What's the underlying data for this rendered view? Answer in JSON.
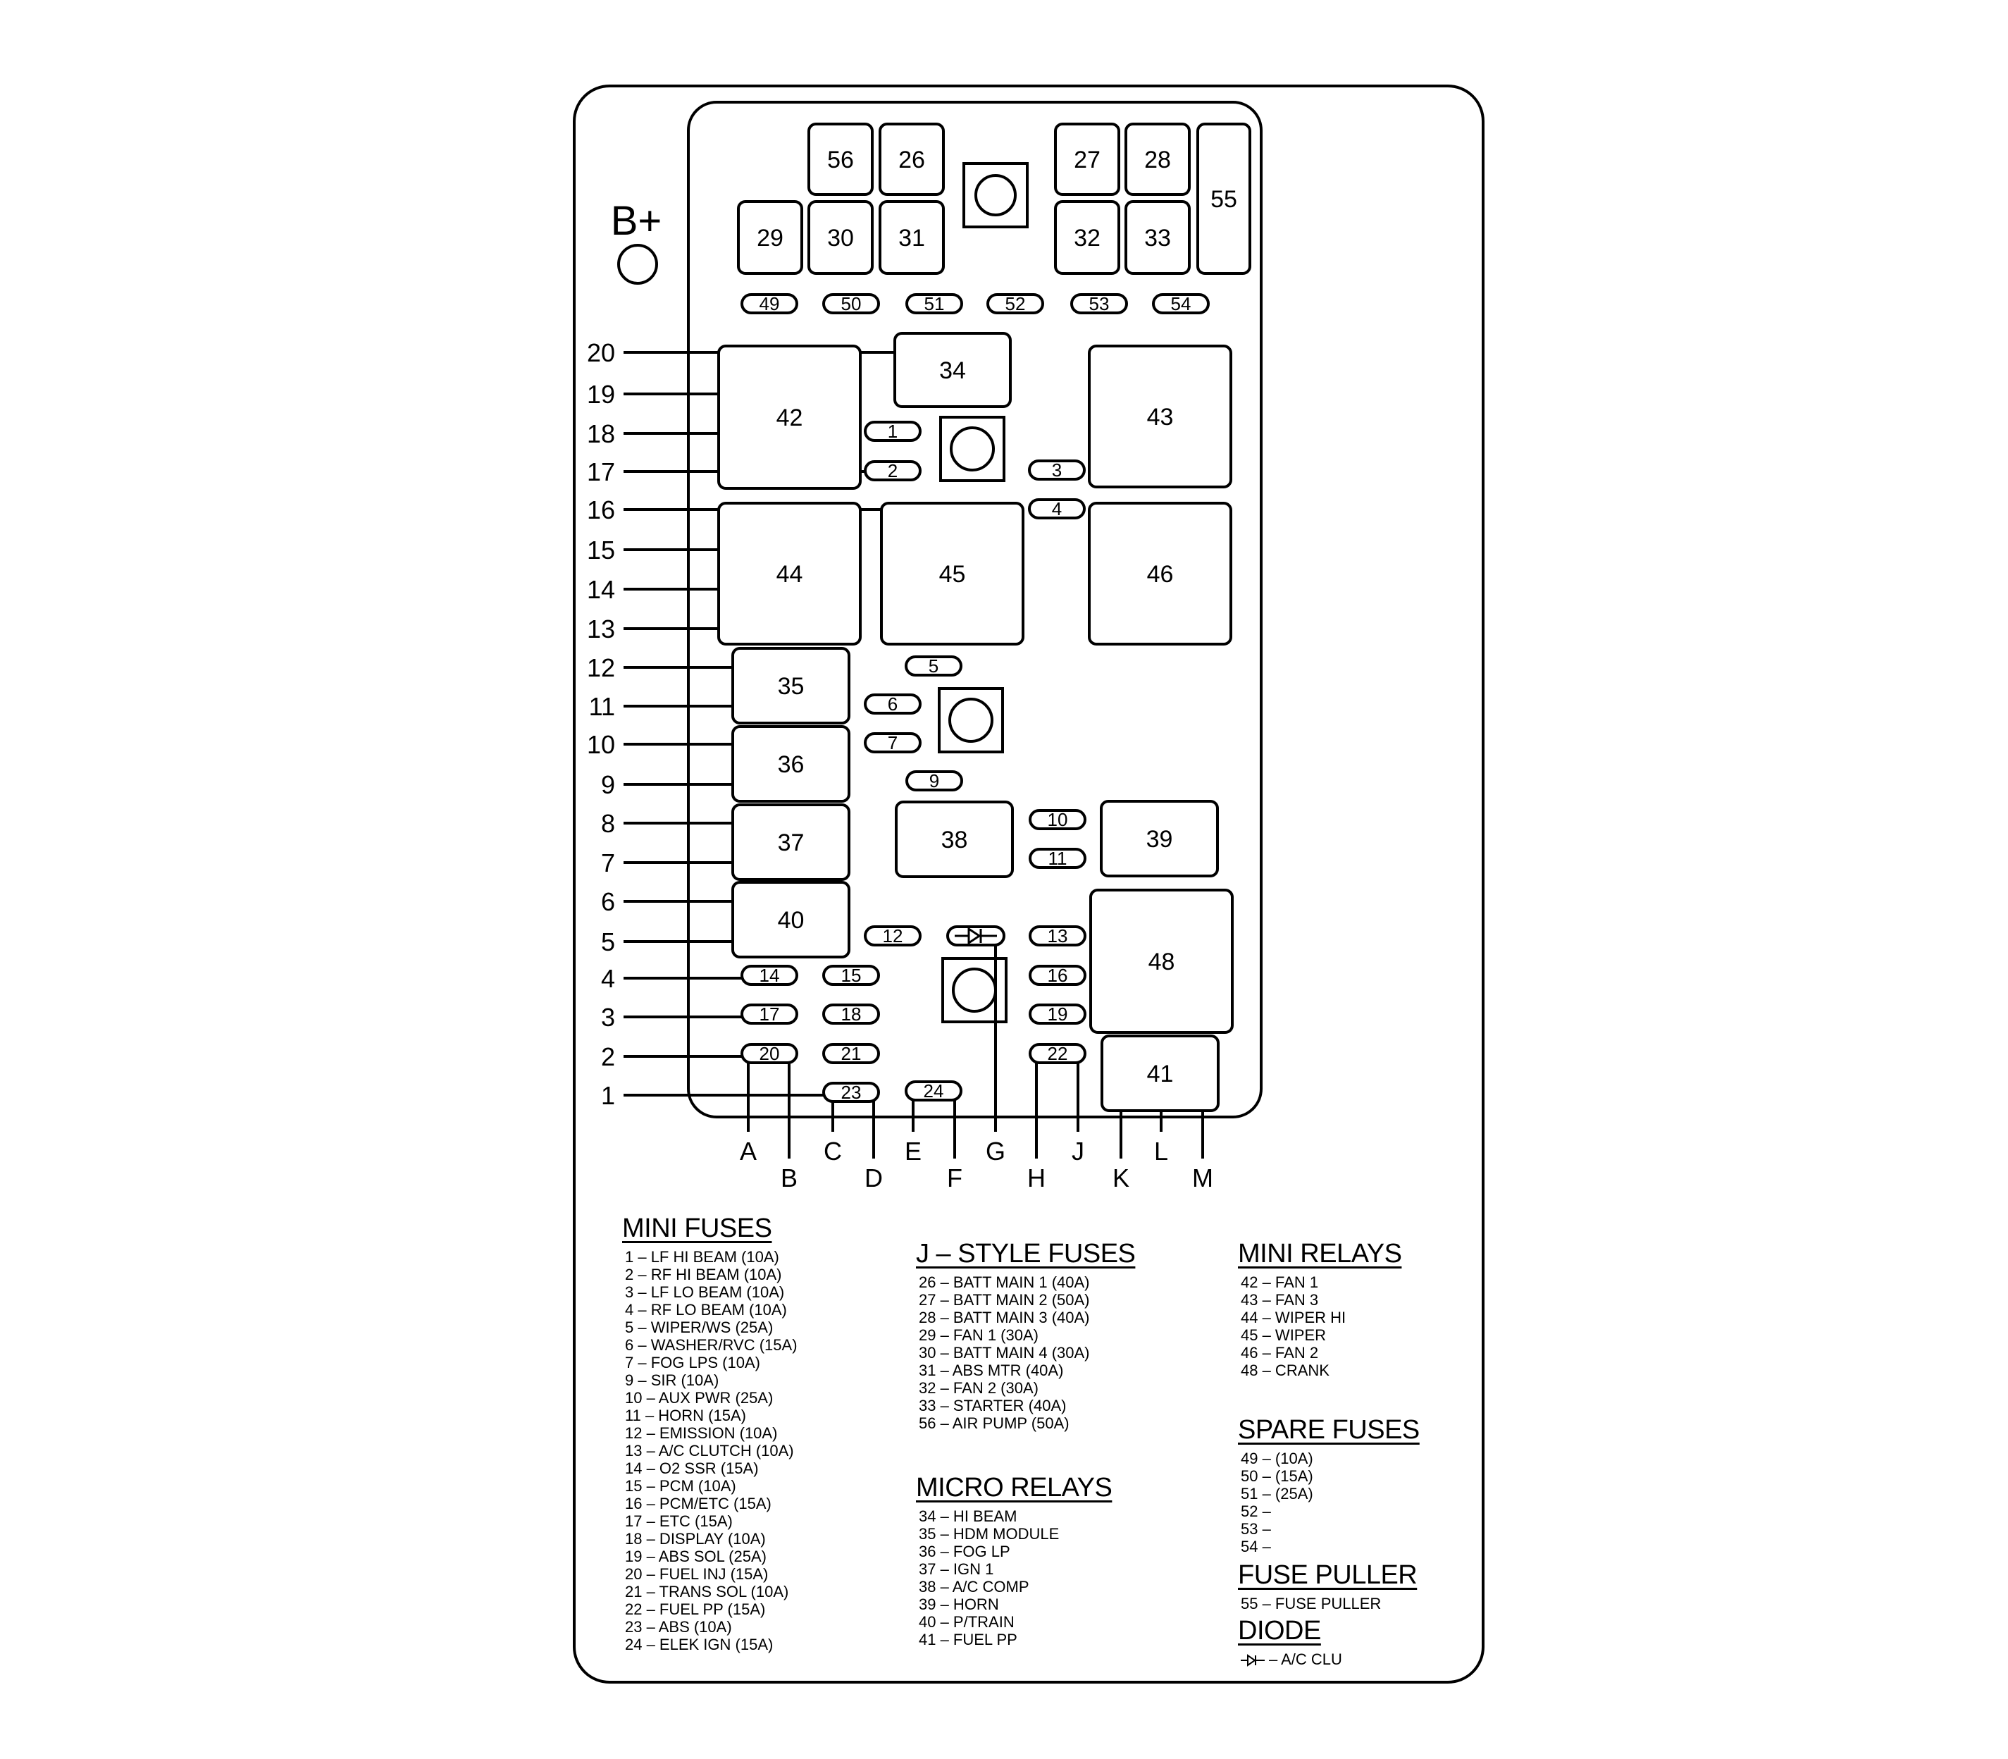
{
  "bplus_label": "B+",
  "fuse_numbers": {
    "j_style": [
      "56",
      "26",
      "27",
      "28",
      "55",
      "29",
      "30",
      "31",
      "32",
      "33"
    ],
    "spare_row": [
      "49",
      "50",
      "51",
      "52",
      "53",
      "54"
    ],
    "relays": [
      "34",
      "42",
      "43",
      "44",
      "45",
      "46",
      "35",
      "36",
      "37",
      "38",
      "39",
      "40",
      "48",
      "41"
    ],
    "mini": [
      "1",
      "2",
      "3",
      "4",
      "5",
      "6",
      "7",
      "9",
      "10",
      "11",
      "12",
      "13",
      "14",
      "15",
      "16",
      "17",
      "18",
      "19",
      "20",
      "21",
      "22",
      "23",
      "24"
    ]
  },
  "left_pins": [
    "20",
    "19",
    "18",
    "17",
    "16",
    "15",
    "14",
    "13",
    "12",
    "11",
    "10",
    "9",
    "8",
    "7",
    "6",
    "5",
    "4",
    "3",
    "2",
    "1"
  ],
  "bottom_pins": [
    "A",
    "B",
    "C",
    "D",
    "E",
    "F",
    "G",
    "H",
    "J",
    "K",
    "L",
    "M"
  ],
  "legend": {
    "mini_fuses": {
      "title": "MINI FUSES",
      "items": [
        "1 – LF HI BEAM (10A)",
        "2 – RF HI BEAM (10A)",
        "3 – LF LO BEAM (10A)",
        "4 – RF LO BEAM (10A)",
        "5 – WIPER/WS (25A)",
        "6 – WASHER/RVC (15A)",
        "7 – FOG LPS (10A)",
        "9 – SIR (10A)",
        "10 – AUX PWR (25A)",
        "11 – HORN (15A)",
        "12 – EMISSION (10A)",
        "13 – A/C CLUTCH (10A)",
        "14 – O2 SSR (15A)",
        "15 – PCM (10A)",
        "16 – PCM/ETC (15A)",
        "17 – ETC (15A)",
        "18 – DISPLAY (10A)",
        "19 – ABS SOL (25A)",
        "20 – FUEL INJ (15A)",
        "21 – TRANS SOL (10A)",
        "22 – FUEL PP (15A)",
        "23 – ABS (10A)",
        "24 – ELEK IGN (15A)"
      ]
    },
    "j_style_fuses": {
      "title": "J – STYLE FUSES",
      "items": [
        "26 – BATT MAIN 1 (40A)",
        "27 – BATT MAIN 2 (50A)",
        "28 – BATT MAIN 3 (40A)",
        "29 – FAN 1 (30A)",
        "30 – BATT MAIN 4 (30A)",
        "31 – ABS MTR (40A)",
        "32 – FAN 2 (30A)",
        "33 – STARTER (40A)",
        "56 – AIR PUMP (50A)"
      ]
    },
    "micro_relays": {
      "title": "MICRO RELAYS",
      "items": [
        "34 – HI BEAM",
        "35 – HDM MODULE",
        "36 – FOG LP",
        "37 – IGN 1",
        "38 – A/C COMP",
        "39 – HORN",
        "40 – P/TRAIN",
        "41 – FUEL PP"
      ]
    },
    "mini_relays": {
      "title": "MINI RELAYS",
      "items": [
        "42 – FAN 1",
        "43 – FAN 3",
        "44 – WIPER HI",
        "45 – WIPER",
        "46 – FAN 2",
        "48 – CRANK"
      ]
    },
    "spare_fuses": {
      "title": "SPARE FUSES",
      "items": [
        "49 – (10A)",
        "50 – (15A)",
        "51 – (25A)",
        "52 –",
        "53 –",
        "54 –"
      ]
    },
    "fuse_puller": {
      "title": "FUSE PULLER",
      "items": [
        "55 – FUSE PULLER"
      ]
    },
    "diode": {
      "title": "DIODE",
      "item": "– A/C CLU"
    }
  }
}
